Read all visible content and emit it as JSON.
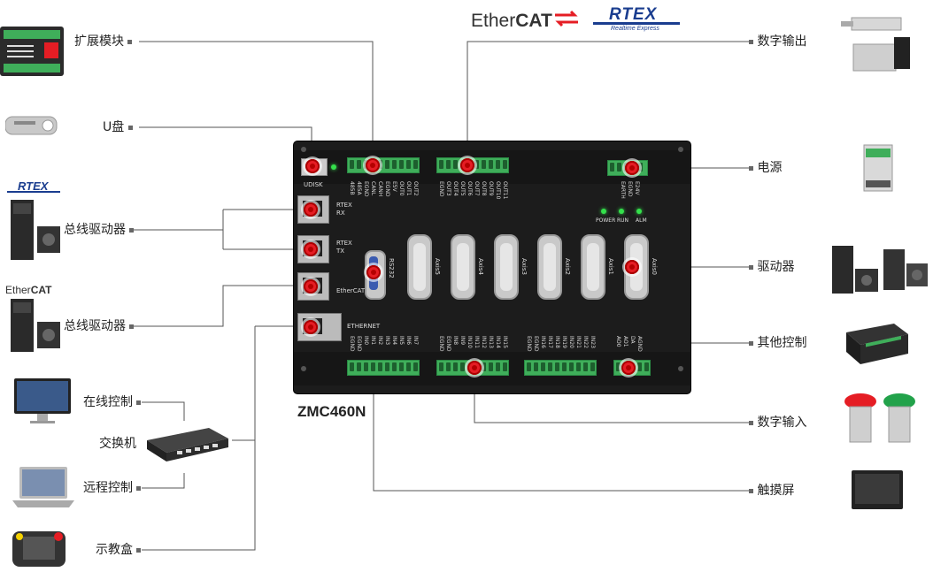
{
  "labels": {
    "expansion": "扩展模块",
    "udisk": "U盘",
    "bus_drive_rtex": "总线驱动器",
    "bus_drive_ethercat": "总线驱动器",
    "online_control": "在线控制",
    "switch": "交换机",
    "remote_control": "远程控制",
    "teach_pendant": "示教盒",
    "digital_output": "数字输出",
    "power": "电源",
    "driver": "驱动器",
    "other_control": "其他控制",
    "digital_input": "数字输入",
    "touch_screen": "触摸屏"
  },
  "brands": {
    "ethercat_prefix": "Ether",
    "ethercat_suffix": "CAT",
    "rtex": "RTEX",
    "rtex_sub": "Realtime Express"
  },
  "controller": {
    "model": "ZMC460N",
    "udisk": "UDISK",
    "rtex_rx": "RTEX\nRX",
    "rtex_tx": "RTEX\nTX",
    "ethercat": "EtherCAT",
    "ethernet": "ETHERNET",
    "rs232": "RS232",
    "axes": [
      "Axis5",
      "Axis4",
      "Axis3",
      "Axis2",
      "Axis1",
      "Axis0"
    ],
    "leds": [
      "POWER",
      "RUN",
      "ALM"
    ],
    "top_left_pins": [
      "485B",
      "485A",
      "EGND",
      "CANL",
      "CANH",
      "EGND",
      "E5V",
      "OUT0",
      "OUT1",
      "OUT2"
    ],
    "top_mid_pins": [
      "EGND",
      "OUT3",
      "OUT4",
      "OUT5",
      "OUT6",
      "OUT7",
      "OUT8",
      "OUT9",
      "OUT10",
      "OUT11"
    ],
    "power_pins": [
      "EARTH",
      "EGND",
      "E24V"
    ],
    "bot1_pins": [
      "EGND",
      "EGND",
      "IN0",
      "IN1",
      "IN2",
      "IN3",
      "IN4",
      "IN5",
      "IN6",
      "IN7"
    ],
    "bot2_pins": [
      "EGND",
      "EGND",
      "IN8",
      "IN9",
      "IN10",
      "IN11",
      "IN12",
      "IN13",
      "IN14",
      "IN15"
    ],
    "bot3_pins": [
      "EGND",
      "EGND",
      "IN16",
      "IN17",
      "IN18",
      "IN19",
      "IN20",
      "IN21",
      "IN22",
      "IN23"
    ],
    "bot4_pins": [
      "AO0",
      "AO1",
      "DA",
      "AGND"
    ]
  },
  "colors": {
    "accent_red": "#e51d24",
    "terminal_green": "#3fae5a",
    "board": "#1c1c1c",
    "wire": "#555555"
  },
  "icons": [
    "expansion-module-icon",
    "usb-drive-icon",
    "servo-drive-icon",
    "pc-monitor-icon",
    "network-switch-icon",
    "laptop-icon",
    "teach-pendant-icon",
    "pneumatic-valve-icon",
    "power-supply-icon",
    "stepper-drive-icon",
    "plc-icon",
    "push-button-icon",
    "touch-panel-icon"
  ]
}
